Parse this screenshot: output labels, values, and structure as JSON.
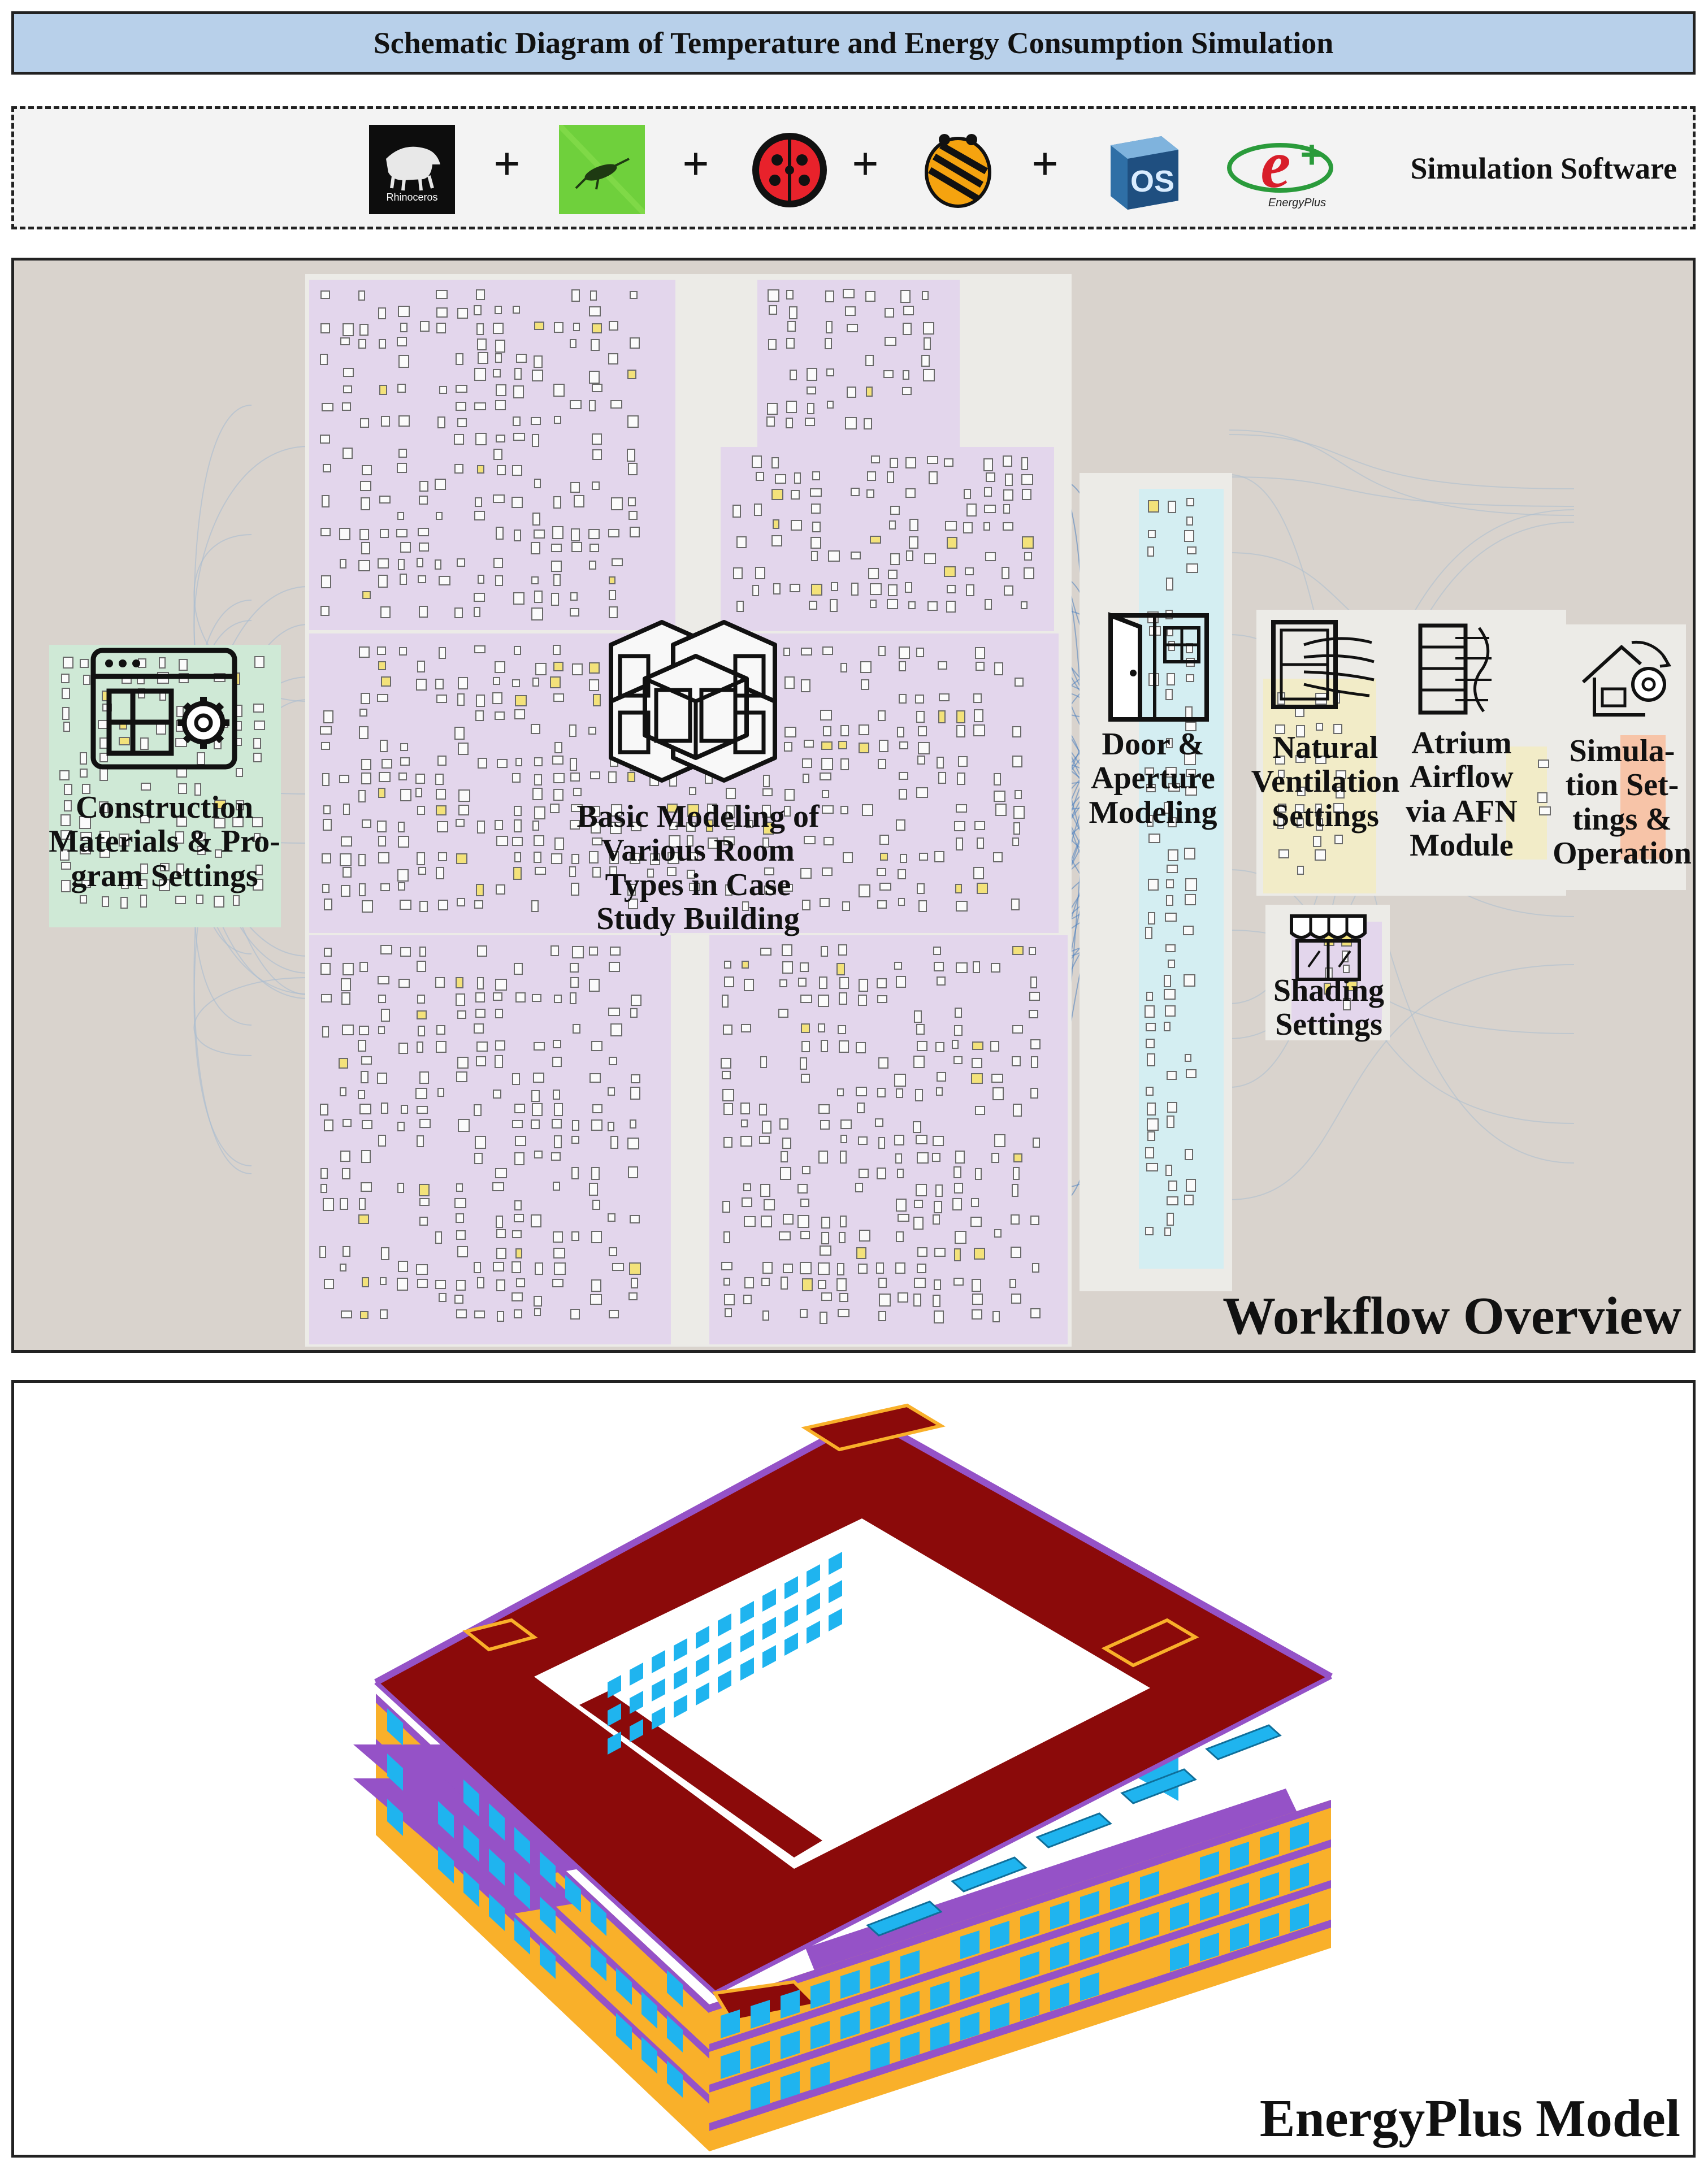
{
  "title": "Schematic Diagram of Temperature and Energy Consumption Simulation",
  "software": {
    "label": "Simulation Software",
    "plus": "+",
    "icons": [
      "rhino-icon",
      "grasshopper-icon",
      "ladybug-icon",
      "honeybee-icon",
      "openstudio-icon",
      "energyplus-icon"
    ],
    "rhino_text": "Rhinoceros",
    "openstudio_text": "OS",
    "energyplus_text": "EnergyPlus"
  },
  "workflow": {
    "label": "Workflow Overview",
    "sections": {
      "construction": [
        "Construction",
        "Materials & Pro-",
        "gram Settings"
      ],
      "basic_modeling": [
        "Basic Modeling of",
        "Various Room",
        "Types in Case",
        "Study Building"
      ],
      "door": [
        "Door &",
        "Aperture",
        "Modeling"
      ],
      "ventilation": [
        "Natural",
        "Ventilation",
        "Settings"
      ],
      "atrium": [
        "Atrium",
        "Airflow",
        "via AFN",
        "Module"
      ],
      "simulation": [
        "Simula-",
        "tion Set-",
        "tings &",
        "Operation"
      ],
      "shading": [
        "Shading",
        "Settings"
      ]
    }
  },
  "model": {
    "label": "EnergyPlus Model",
    "colors": {
      "roof": "#8b0a0a",
      "wall": "#f9b02a",
      "window": "#1fb4ef",
      "frame": "#9552c7"
    }
  }
}
